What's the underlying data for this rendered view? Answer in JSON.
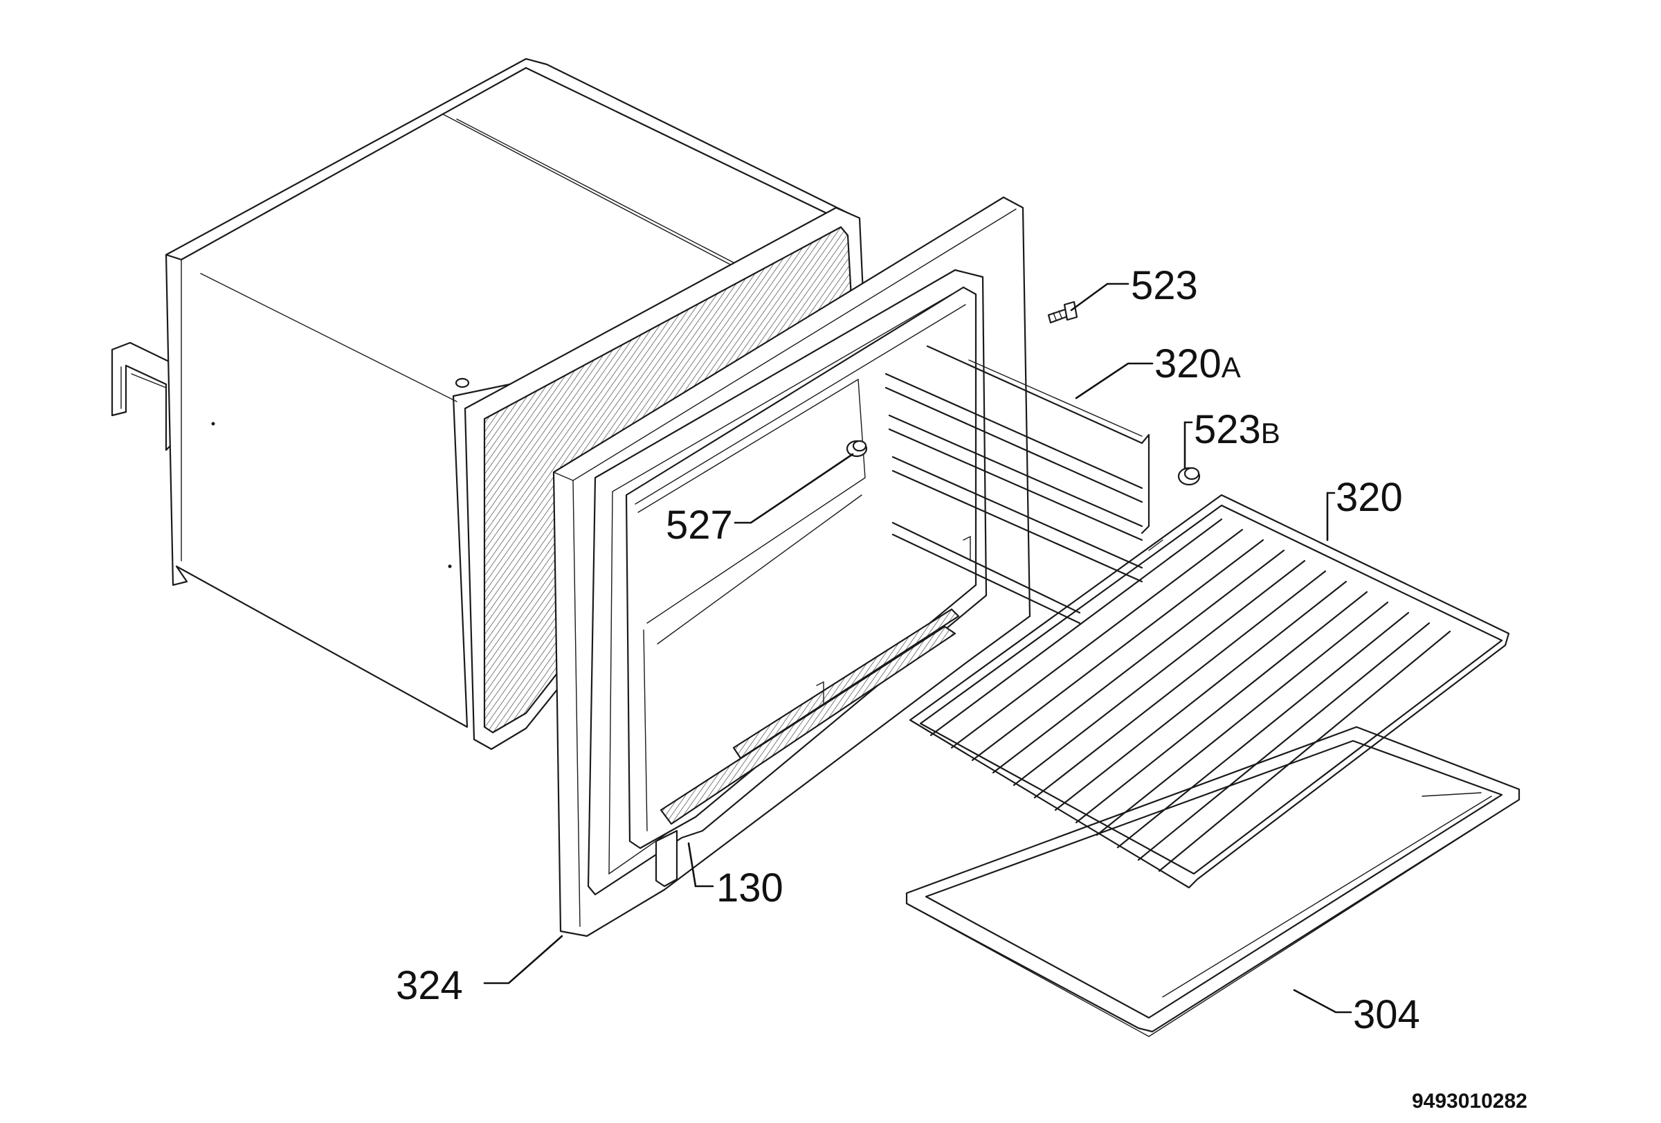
{
  "parts": [
    {
      "id": "523",
      "label": "523"
    },
    {
      "id": "320A",
      "label": "320",
      "suffix": "A"
    },
    {
      "id": "523B",
      "label": "523",
      "suffix": "B"
    },
    {
      "id": "320",
      "label": "320"
    },
    {
      "id": "527",
      "label": "527"
    },
    {
      "id": "130",
      "label": "130"
    },
    {
      "id": "324",
      "label": "324"
    },
    {
      "id": "304",
      "label": "304"
    }
  ],
  "drawing_code": "9493010282"
}
